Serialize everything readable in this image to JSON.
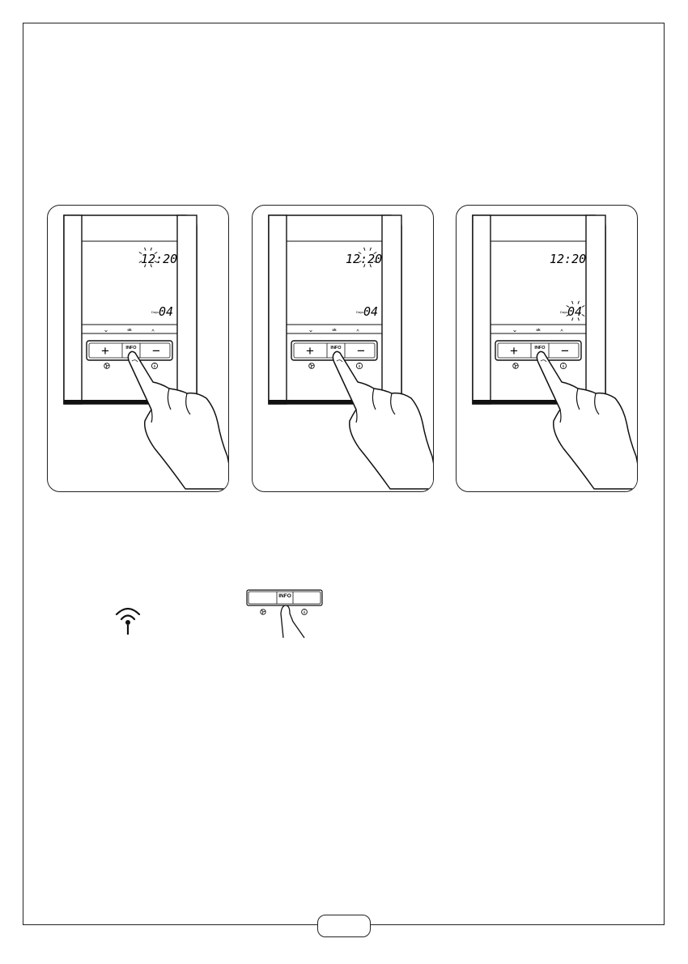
{
  "panels": [
    {
      "id": "step-1",
      "time": "12:20",
      "days_label": "Days",
      "days_value": "04",
      "blinking": "time-hours",
      "nav": {
        "down": "⌄",
        "ok": "ok",
        "up": "^"
      },
      "keys": {
        "plus": "+",
        "info": "INFO",
        "minus": "−"
      }
    },
    {
      "id": "step-2",
      "time": "12:20",
      "days_label": "Days",
      "days_value": "04",
      "blinking": "time-minutes",
      "nav": {
        "down": "⌄",
        "ok": "ok",
        "up": "^"
      },
      "keys": {
        "plus": "+",
        "info": "INFO",
        "minus": "−"
      }
    },
    {
      "id": "step-3",
      "time": "12:20",
      "days_label": "Days",
      "days_value": "04",
      "blinking": "days-value",
      "nav": {
        "down": "⌄",
        "ok": "ok",
        "up": "^"
      },
      "keys": {
        "plus": "+",
        "info": "INFO",
        "minus": "−"
      }
    }
  ],
  "mini_keypad": {
    "info_label": "INFO"
  },
  "icons": {
    "wifi": "wifi-signal-icon",
    "fan": "fan-icon",
    "info": "info-circle-icon",
    "hand": "pressing-finger-icon"
  },
  "footer": {
    "page_number": ""
  }
}
